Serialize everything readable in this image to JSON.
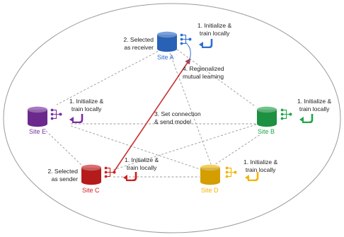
{
  "colors": {
    "site_a": "#2f6fd0",
    "site_b": "#1fa64a",
    "site_c": "#d01f1f",
    "site_d": "#f2b400",
    "site_e": "#7a2fa2",
    "connection_line": "#c83232",
    "dashed_line": "#9a9a9a",
    "ellipse": "#9a9a9a"
  },
  "sites": {
    "a": {
      "name": "Site A",
      "step": "1. Initialize &\ntrain locally",
      "role": "2. Selected\nas receiver"
    },
    "b": {
      "name": "Site B",
      "step": "1. Initialize &\ntrain locally"
    },
    "c": {
      "name": "Site C",
      "step": "1. Initialize &\ntrain locally",
      "role": "2. Selected\nas sender"
    },
    "d": {
      "name": "Site D",
      "step": "1. Initialize &\ntrain locally"
    },
    "e": {
      "name": "Site E",
      "step": "1. Initialize &\ntrain locally"
    }
  },
  "steps": {
    "connection": "3. Set connection\n& send model",
    "mutual_learning": "4. Regionalized\nmutual learning"
  },
  "icons": [
    "database-icon",
    "network-icon",
    "training-loop-icon"
  ]
}
